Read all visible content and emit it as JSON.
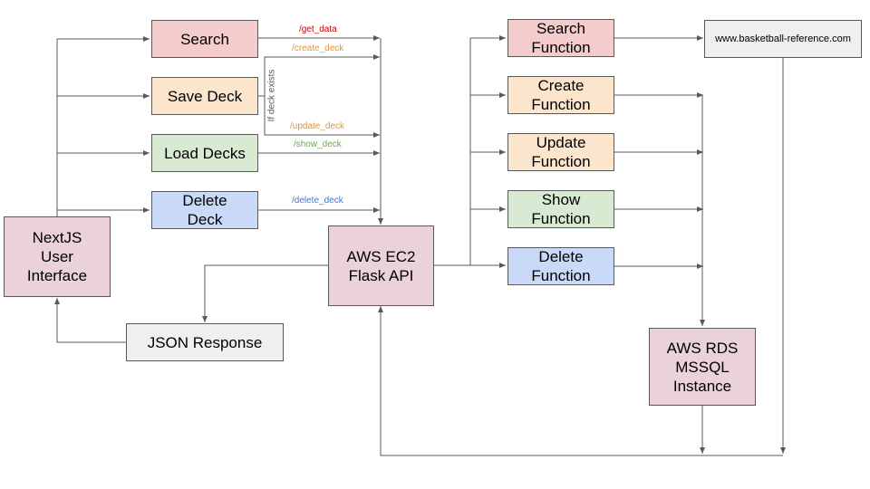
{
  "nodes": {
    "ui": "NextJS\nUser\nInterface",
    "search": "Search",
    "save_deck": "Save Deck",
    "load_decks": "Load Decks",
    "delete_deck": "Delete\nDeck",
    "json_response": "JSON Response",
    "ec2": "AWS EC2\nFlask API",
    "search_fn": "Search\nFunction",
    "create_fn": "Create\nFunction",
    "update_fn": "Update\nFunction",
    "show_fn": "Show\nFunction",
    "delete_fn": "Delete\nFunction",
    "bref": "www.basketball-reference.com",
    "rds": "AWS RDS\nMSSQL\nInstance"
  },
  "edges": {
    "get_data": "/get_data",
    "create_deck": "/create_deck",
    "update_deck": "/update_deck",
    "show_deck": "/show_deck",
    "delete_deck": "/delete_deck",
    "if_exists": "If deck exists"
  },
  "colors": {
    "get_data": "#cc0000",
    "create_deck": "#e69138",
    "update_deck": "#e69138",
    "show_deck": "#6aa84f",
    "delete_deck": "#3c78d8"
  }
}
